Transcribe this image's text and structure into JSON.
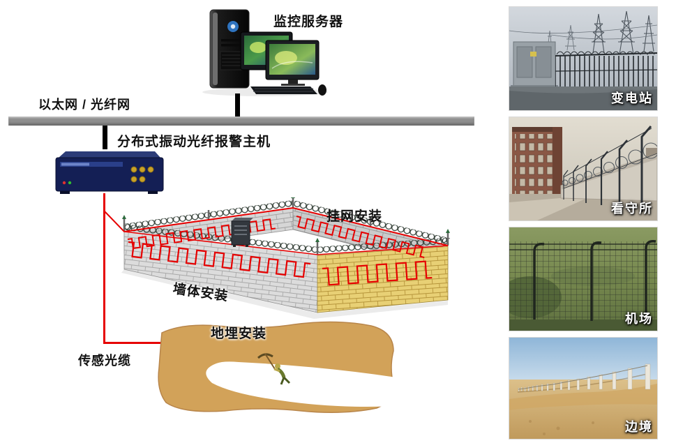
{
  "diagram": {
    "server_label": "监控服务器",
    "network_label": "以太网 / 光纤网",
    "host_label": "分布式振动光纤报警主机",
    "mesh_install_label": "挂网安装",
    "wall_install_label": "墙体安装",
    "buried_install_label": "地埋安装",
    "sensing_cable_label": "传感光缆"
  },
  "photos": [
    {
      "label": "变电站"
    },
    {
      "label": "看守所"
    },
    {
      "label": "机场"
    },
    {
      "label": "边境"
    }
  ],
  "colors": {
    "cable_red": "#e60000",
    "network_bar_gray": "#8e8e8e",
    "host_navy": "#141f55",
    "soil_tan": "#d2a259",
    "wall_yellow": "#e8d075",
    "wall_gray": "#dcdcdc"
  }
}
